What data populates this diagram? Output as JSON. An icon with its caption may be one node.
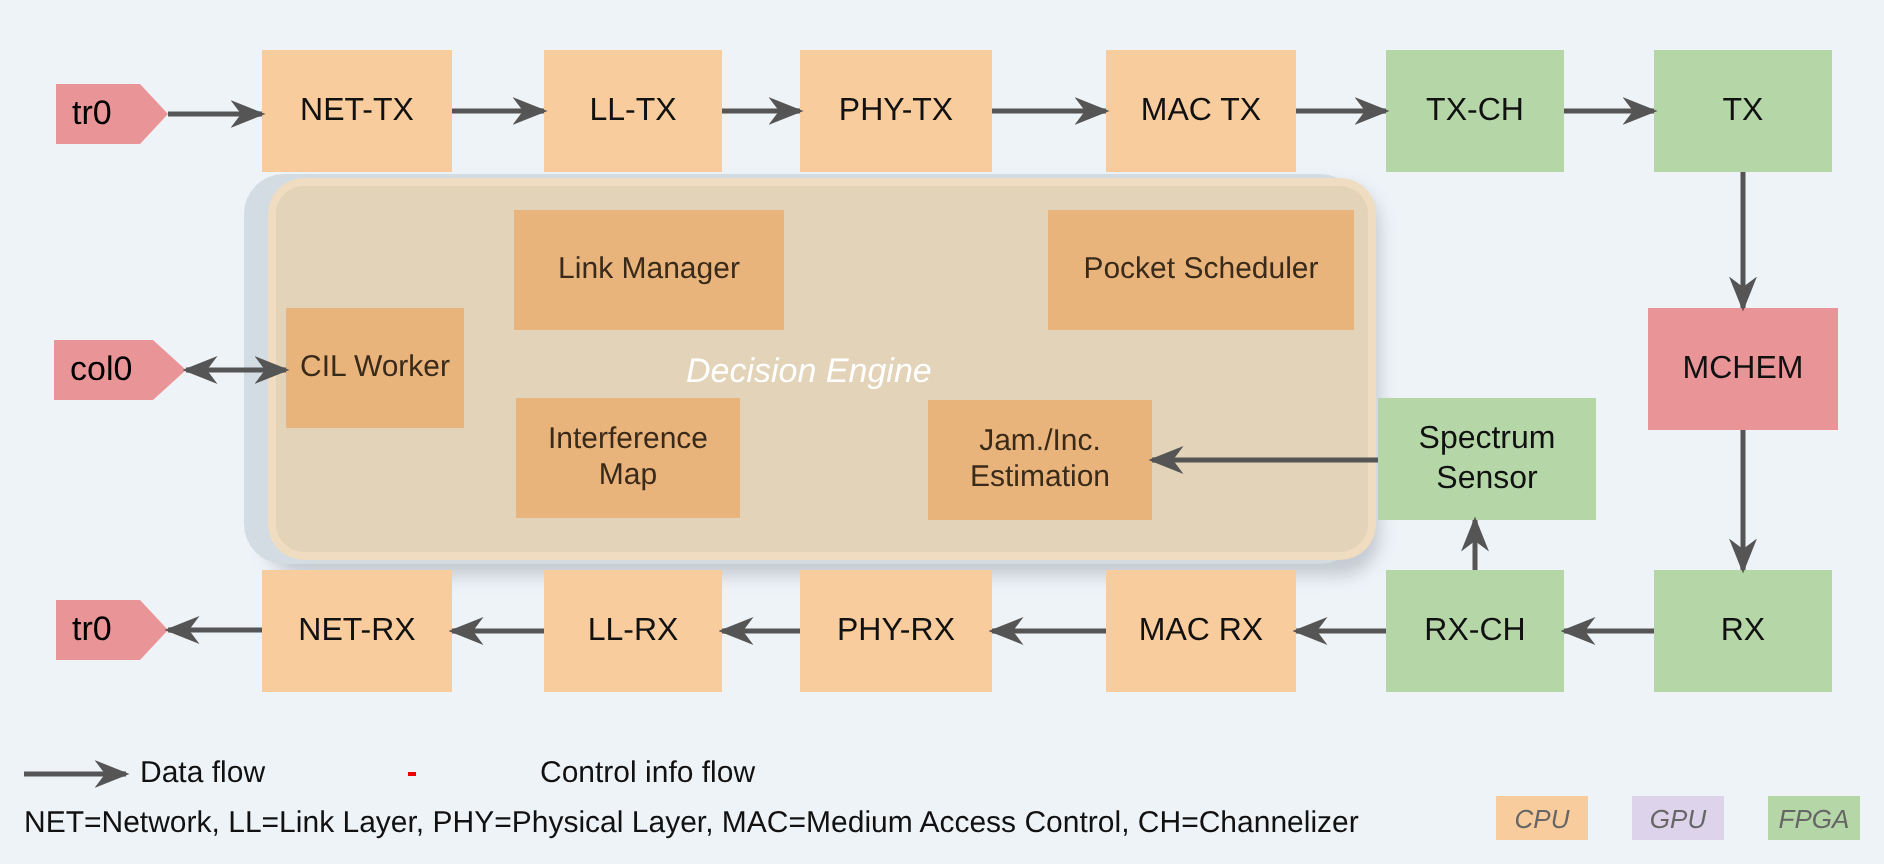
{
  "diagram": {
    "nodes": [
      {
        "text": [
          "tr0"
        ]
      },
      {
        "text": [
          "NET-TX"
        ]
      },
      {
        "text": [
          "LL-TX"
        ]
      },
      {
        "text": [
          "PHY-TX"
        ]
      },
      {
        "text": [
          "MAC TX"
        ]
      },
      {
        "text": [
          "TX-CH"
        ]
      },
      {
        "text": [
          "TX"
        ]
      },
      {
        "text": [
          "col0"
        ]
      },
      {
        "text": [
          "Decision Engine"
        ]
      },
      {
        "text": [
          "Link Manager"
        ],
        "in": 8
      },
      {
        "text": [
          "Pocket Scheduler"
        ],
        "in": 8
      },
      {
        "text": [
          "CIL Worker"
        ],
        "in": 8
      },
      {
        "text": [
          "Interference Map"
        ],
        "in": 8
      },
      {
        "text": [
          "Jam./Inc. Estimation"
        ],
        "in": 8
      },
      {
        "text": [
          "MCHEM"
        ]
      },
      {
        "text": [
          "Spectrum Sensor"
        ]
      },
      {
        "text": [
          "tr0"
        ]
      },
      {
        "text": [
          "NET-RX"
        ]
      },
      {
        "text": [
          "LL-RX"
        ]
      },
      {
        "text": [
          "PHY-RX"
        ]
      },
      {
        "text": [
          "MAC RX"
        ]
      },
      {
        "text": [
          "RX-CH"
        ]
      },
      {
        "text": [
          "RX"
        ]
      }
    ],
    "edges": [
      {
        "from": 0,
        "to": 1,
        "arrow": "to"
      },
      {
        "from": 1,
        "to": 2,
        "arrow": "to"
      },
      {
        "from": 2,
        "to": 3,
        "arrow": "to"
      },
      {
        "from": 3,
        "to": 4,
        "arrow": "to"
      },
      {
        "from": 4,
        "to": 5,
        "arrow": "to"
      },
      {
        "from": 5,
        "to": 6,
        "arrow": "to"
      },
      {
        "from": 6,
        "to": 14,
        "arrow": "to"
      },
      {
        "from": 14,
        "to": 22,
        "arrow": "to"
      },
      {
        "from": 22,
        "to": 21,
        "arrow": "to"
      },
      {
        "from": 21,
        "to": 20,
        "arrow": "to"
      },
      {
        "from": 20,
        "to": 19,
        "arrow": "to"
      },
      {
        "from": 19,
        "to": 18,
        "arrow": "to"
      },
      {
        "from": 18,
        "to": 17,
        "arrow": "to"
      },
      {
        "from": 17,
        "to": 16,
        "arrow": "to"
      },
      {
        "from": 21,
        "to": 15,
        "arrow": "to"
      },
      {
        "from": 15,
        "to": 13,
        "arrow": "to"
      },
      {
        "from": 7,
        "to": 11,
        "arrow": "both"
      }
    ],
    "labels": [
      "NET=Network, LL=Link Layer, PHY=Physical Layer, MAC=Medium Access Control, CH=Channelizer"
    ],
    "legend": [
      {
        "text": "Data flow"
      },
      {
        "text": "Control info flow"
      },
      {
        "text": "CPU",
        "color": "#f8cc9c"
      },
      {
        "text": "GPU",
        "color": "#ddd3ea"
      },
      {
        "text": "FPGA",
        "color": "#b5d7a7"
      }
    ]
  }
}
